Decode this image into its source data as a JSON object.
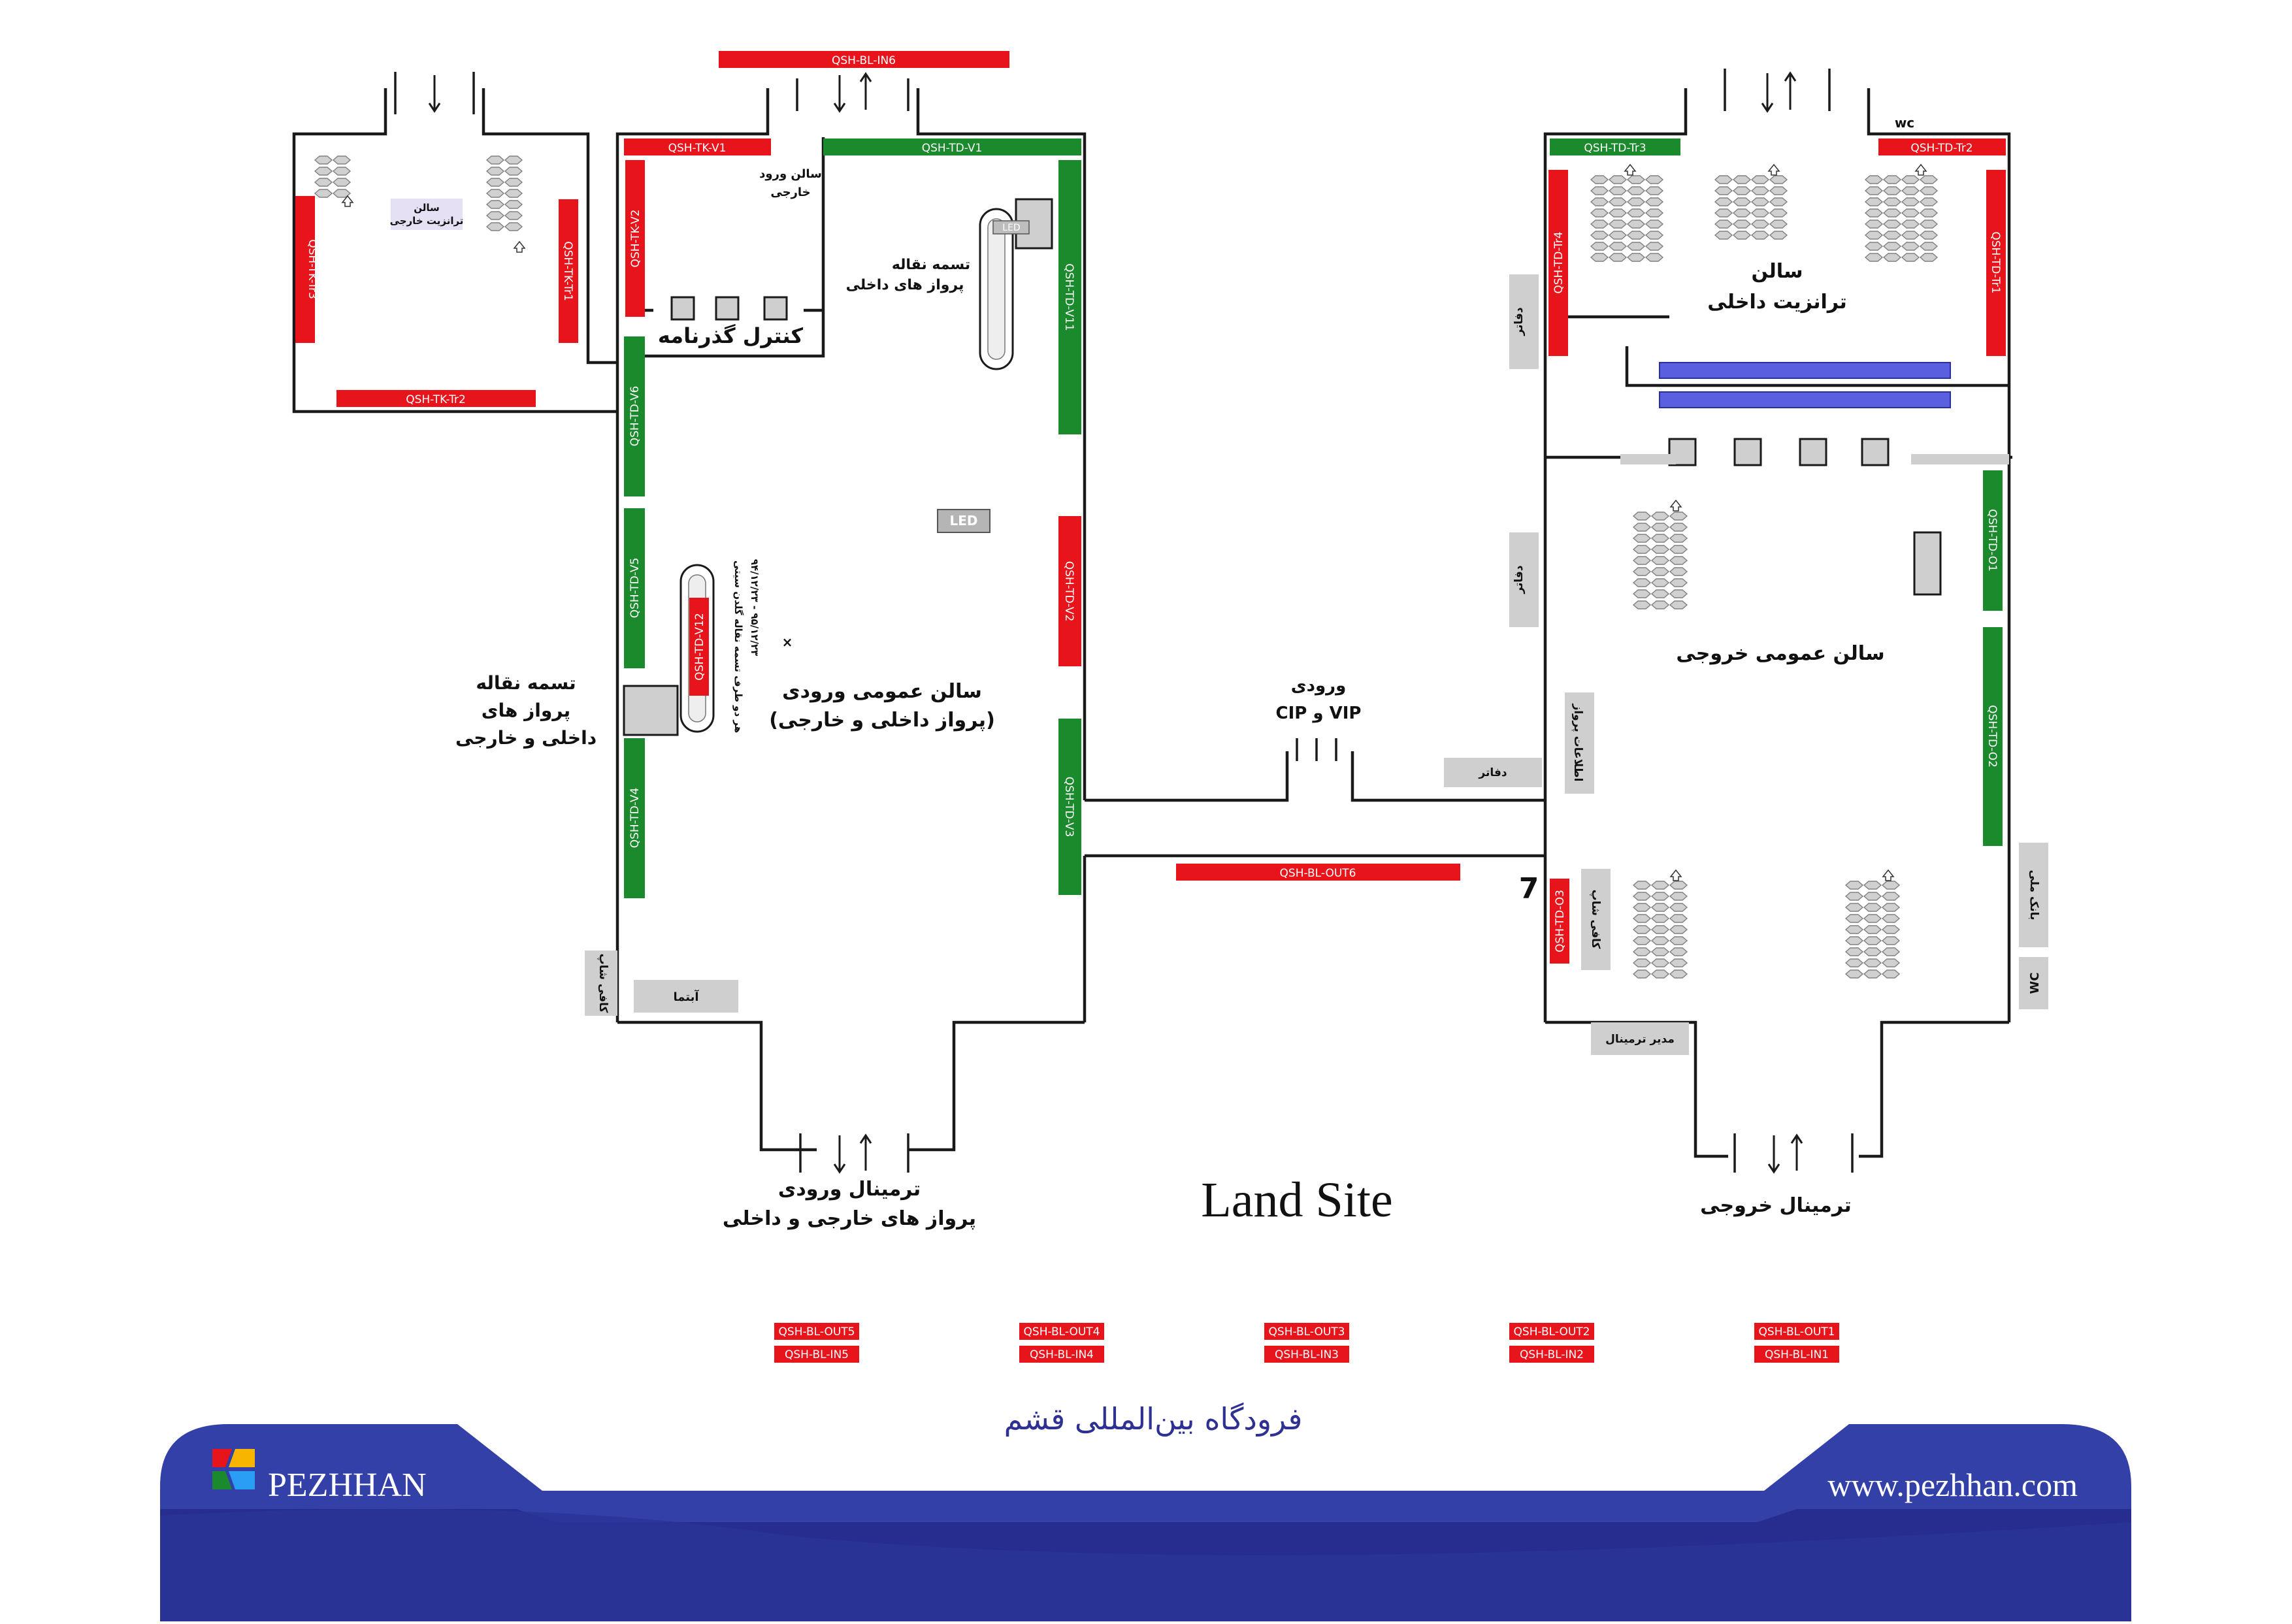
{
  "title": "Land Site",
  "caption": "فرودگاه بین‌المللی قشم",
  "footer": {
    "brand": "PEZHHAN",
    "website": "www.pezhhan.com"
  },
  "colors": {
    "red": "#e8141c",
    "green": "#1b8a2c",
    "blue": "#5a5fe0",
    "footer_dark": "#262d8f",
    "footer_mid": "#3240a8",
    "caption_color": "#2e3192"
  },
  "signs": {
    "bl_in6": "QSH-BL-IN6",
    "tk_v1": "QSH-TK-V1",
    "td_v1": "QSH-TD-V1",
    "tk_v2": "QSH-TK-V2",
    "tk_tr3": "QSH-TK-Tr3",
    "tk_tr1": "QSH-TK-Tr1",
    "tk_tr2": "QSH-TK-Tr2",
    "td_v11": "QSH-TD-V11",
    "td_v6": "QSH-TD-V6",
    "td_v5": "QSH-TD-V5",
    "td_v12": "QSH-TD-V12",
    "td_v4": "QSH-TD-V4",
    "td_v2": "QSH-TD-V2",
    "td_v3": "QSH-TD-V3",
    "td_tr3": "QSH-TD-Tr3",
    "td_tr2": "QSH-TD-Tr2",
    "td_tr4": "QSH-TD-Tr4",
    "td_tr1": "QSH-TD-Tr1",
    "td_o1": "QSH-TD-O1",
    "td_o2": "QSH-TD-O2",
    "td_o3": "QSH-TD-O3",
    "bl_out6": "QSH-BL-OUT6",
    "bl_out5": "QSH-BL-OUT5",
    "bl_in5": "QSH-BL-IN5",
    "bl_out4": "QSH-BL-OUT4",
    "bl_in4": "QSH-BL-IN4",
    "bl_out3": "QSH-BL-OUT3",
    "bl_in3": "QSH-BL-IN3",
    "bl_out2": "QSH-BL-OUT2",
    "bl_in2": "QSH-BL-IN2",
    "bl_out1": "QSH-BL-OUT1",
    "bl_in1": "QSH-BL-IN1"
  },
  "labels": {
    "salon_vorood_khareji_1": "سالن ورود",
    "salon_vorood_khareji_2": "خارجی",
    "kontrol_gozarname": "کنترل گذرنامه",
    "tasme_dakheli_1": "تسمه نقاله",
    "tasme_dakheli_2": "پرواز های داخلی",
    "salon_tranzit_khareji_1": "سالن",
    "salon_tranzit_khareji_2": "ترانزیت خارجی",
    "led_1": "LED",
    "led_2": "LED",
    "salon_omoomi_vorood_1": "سالن عمومی ورودی",
    "salon_omoomi_vorood_2": "(پرواز داخلی و خارجی)",
    "tasme_both_1": "تسمه نقاله",
    "tasme_both_2": "پرواز های",
    "tasme_both_3": "داخلی و خارجی",
    "note_1": "هر دو طرف تسمه نقاله گلدن سیتی",
    "note_2": "۹۵/۱۲/۲۳ - ۹۴/۱۲/۲۳",
    "note_x": "×",
    "cafe_shop_left": "کافی شاپ",
    "abtama": "آبتما",
    "terminal_vorood_1": "ترمینال ورودی",
    "terminal_vorood_2": "پرواز های خارجی و داخلی",
    "vip_1": "ورودی",
    "vip_2": "VIP و CIP",
    "dafater_1": "دفاتر",
    "dafater_2": "دفاتر",
    "dafater_3": "دفاتر",
    "ettelaat_parvaz": "اطلاعات پرواز",
    "wc_top": "wc",
    "salon_tranzit_dakheli_1": "سالن",
    "salon_tranzit_dakheli_2": "ترانزیت داخلی",
    "salon_omoomi_khorooji": "سالن عمومی خروجی",
    "number_7": "7",
    "cafe_shop_right": "کافی شاپ",
    "bank_melli": "بانک ملی",
    "wc_right": "WC",
    "modir_terminal": "مدیر ترمینال",
    "terminal_khorooji": "ترمینال خروجی"
  }
}
